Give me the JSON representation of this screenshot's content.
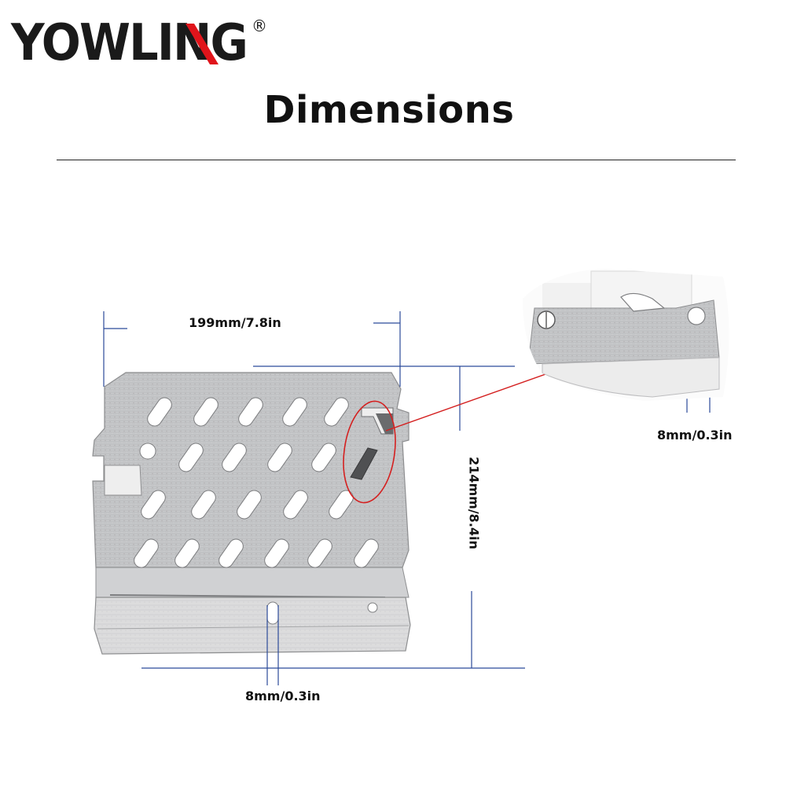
{
  "brand": {
    "logo_text": "YOWLING",
    "registered_mark": "®",
    "logo_accent_color": "#e0141b"
  },
  "title": "Dimensions",
  "dimensions": {
    "width_label": "199mm/7.8in",
    "height_label": "214mm/8.4in",
    "bottom_hole_label": "8mm/0.3in",
    "detail_hole_label": "8mm/0.3in"
  },
  "colors": {
    "dimension_line": "#2b4a9a",
    "callout": "#d42020",
    "plate": "#c9cacc"
  }
}
